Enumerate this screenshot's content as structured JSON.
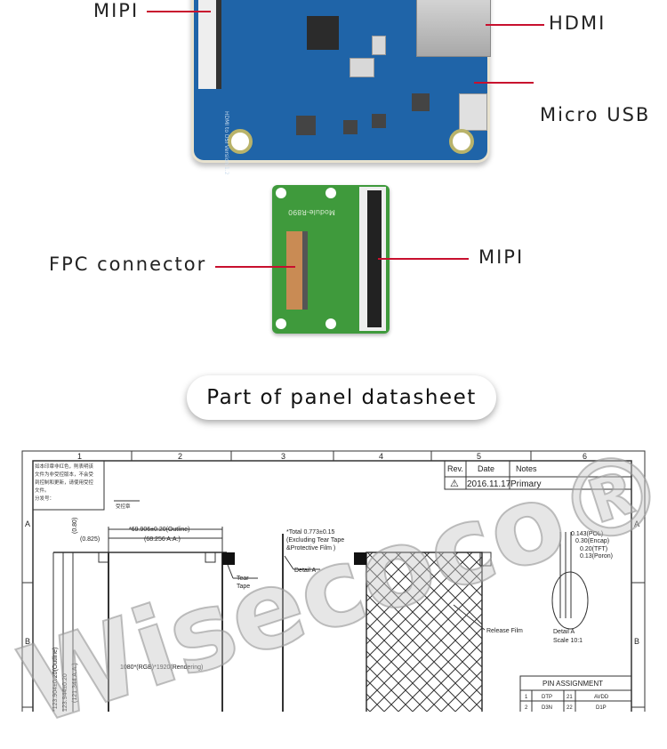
{
  "labels": {
    "mipi_top": "MIPI",
    "hdmi": "HDMI",
    "micro_usb": "Micro USB",
    "fpc_connector": "FPC connector",
    "mipi_adapter": "MIPI"
  },
  "board_silk": {
    "main": "HDMI to DSI Version 1.2",
    "adapter": "Module-R890"
  },
  "section_title": "Part of panel datasheet",
  "watermark": "Wisecoco®",
  "colors": {
    "callout_line": "#c8102e",
    "main_board": "#1f64a8",
    "adapter_board": "#3f9a3c"
  },
  "datasheet": {
    "columns": [
      "1",
      "2",
      "3",
      "4",
      "5",
      "6"
    ],
    "rows": [
      "A",
      "B"
    ],
    "note_box": [
      "如本印章非红色，則表明该",
      "文件为非受控版本，不会受",
      "到控制和更新，请使用受控",
      "文件。",
      "分发号："
    ],
    "controlled_stamp": "受控章",
    "revision_table": {
      "headers": [
        "Rev.",
        "Date",
        "Notes"
      ],
      "row": [
        "⚠",
        "2016.11.17",
        "Primary"
      ]
    },
    "dims": {
      "outline_width": "*69.906±0.20(Outline)",
      "aa_width": "(68.256 A.A.)",
      "left_offset": "(0.825)",
      "top_offset": "(0.80)",
      "outline_height": "*123.904±0.20(Outline)",
      "height_2": "123.944±0.20",
      "aa_height": "(121.344 A.A.)",
      "resolution": "1080*(RGB)*1920(Rendering)",
      "total_thickness": [
        "*Total 0.773±0.15",
        "(Excluding Tear Tape",
        "&Protective Film )"
      ],
      "detail_a": "Detail A",
      "tear_tape": [
        "Tear",
        "Tape"
      ],
      "release_film": "Release Film",
      "layers": [
        "0.143(POL)",
        "0.30(Encap)",
        "0.20(TFT)",
        "0.13(Poron)"
      ],
      "detail_scale": [
        "Detail A",
        "Scale 10:1"
      ]
    },
    "pin_assignment": {
      "title": "PIN ASSIGNMENT",
      "rows": [
        [
          "1",
          "DTP",
          "21",
          "AVDD"
        ],
        [
          "2",
          "D3N",
          "22",
          "D1P"
        ]
      ]
    }
  }
}
